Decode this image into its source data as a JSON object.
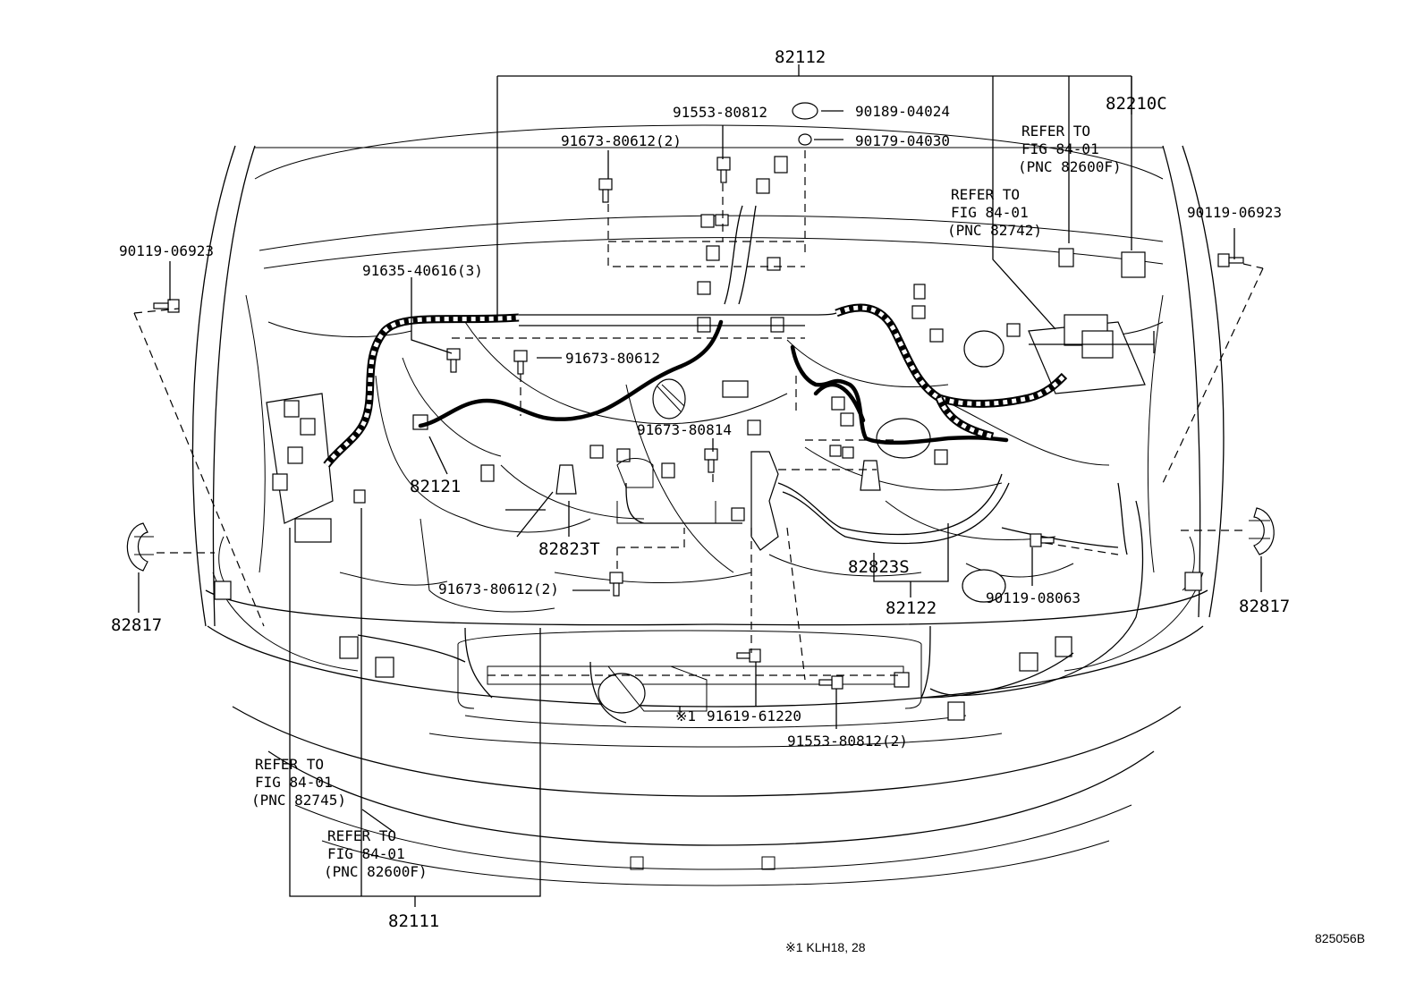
{
  "diagram": {
    "parts": {
      "p82112": "82112",
      "p82210C": "82210C",
      "p91553_80812": "91553-80812",
      "p90189_04024": "90189-04024",
      "p90179_04030": "90179-04030",
      "p91673_80612_2_top": "91673-80612(2)",
      "p90119_06923_left": "90119-06923",
      "p90119_06923_right": "90119-06923",
      "p91635_40616_3": "91635-40616(3)",
      "p91673_80612": "91673-80612",
      "p91673_80814": "91673-80814",
      "p82121": "82121",
      "p82823T": "82823T",
      "p82823S": "82823S",
      "p82122": "82122",
      "p90119_08063": "90119-08063",
      "p82817_left": "82817",
      "p82817_right": "82817",
      "p91673_80612_2_low": "91673-80612(2)",
      "p91619_61220": "91619-61220",
      "p91553_80812_2": "91553-80812(2)",
      "p82111": "82111"
    },
    "refs": {
      "r1": [
        "REFER TO",
        "FIG 84-01",
        "(PNC 82600F)"
      ],
      "r2": [
        "REFER TO",
        "FIG 84-01",
        "(PNC 82742)"
      ],
      "r3": [
        "REFER TO",
        "FIG 84-01",
        "(PNC 82745)"
      ],
      "r4": [
        "REFER TO",
        "FIG 84-01",
        "(PNC 82600F)"
      ]
    },
    "note_mark": "※1",
    "footnote": "※1  KLH18, 28",
    "figure_code": "825056B"
  }
}
